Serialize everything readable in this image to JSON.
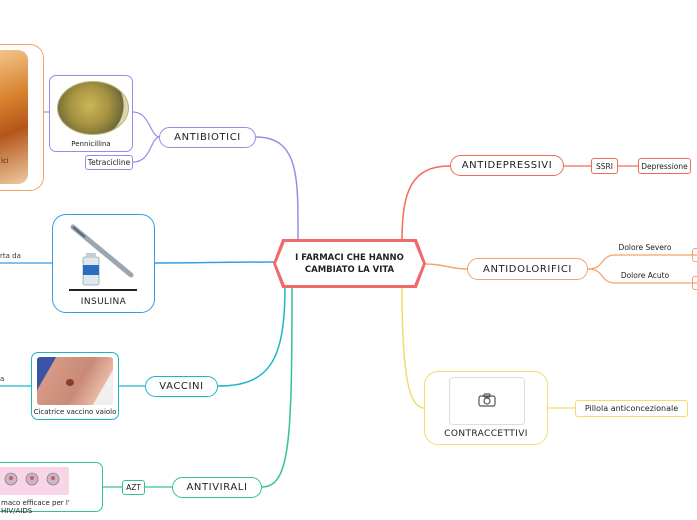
{
  "central": {
    "line1": "I FARMACI CHE HANNO",
    "line2": "CAMBIATO LA VITA"
  },
  "branches": {
    "antibiotici": {
      "label": "ANTIBIOTICI",
      "penicillina": "Pennicillina",
      "tetracicline": "Tetracicline",
      "partial_text": "ici"
    },
    "insulina": {
      "label": "INSULINA",
      "partial_text": "rta da"
    },
    "vaccini": {
      "label": "VACCINI",
      "image_caption": "Cicatrice vaccino vaiolo",
      "partial_text": "a"
    },
    "antivirali": {
      "label": "ANTIVIRALI",
      "azt": "AZT",
      "partial_text": "maco efficace per l' HIV/AIDS"
    },
    "antidepressivi": {
      "label": "ANTIDEPRESSIVI",
      "ssri": "SSRI",
      "depressione": "Depressione"
    },
    "antidolorifici": {
      "label": "ANTIDOLORIFICI",
      "dolore_severo": "Dolore Severo",
      "dolore_acuto": "Dolore Acuto"
    },
    "contraccettivi": {
      "label": "CONTRACCETTIVI",
      "pillola": "Pillola anticoncezionale",
      "icon": "camera-icon"
    }
  },
  "colors": {
    "antibiotici": "#9b8be8",
    "insulina": "#3a9be0",
    "vaccini": "#1fb5c4",
    "antivirali": "#35c09a",
    "antidepressivi": "#f06a55",
    "antidolorifici": "#f4a26a",
    "contraccettivi": "#f4dc6a",
    "central": "#f06a6a"
  }
}
